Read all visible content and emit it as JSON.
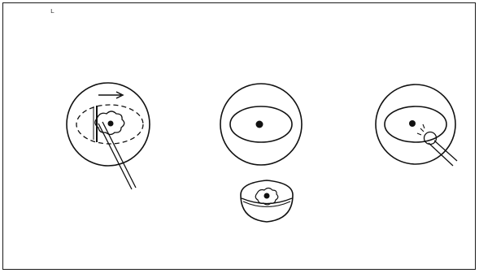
{
  "figure": {
    "corner_mark": "ʟ",
    "stroke_color": "#111111",
    "background_color": "#ffffff",
    "panels": [
      {
        "name": "eye-with-incision-and-lens-fragment"
      },
      {
        "name": "eye-with-capsule-opening"
      },
      {
        "name": "eye-with-probe-and-bubble"
      },
      {
        "name": "lens-nucleus-cross-section"
      }
    ]
  }
}
